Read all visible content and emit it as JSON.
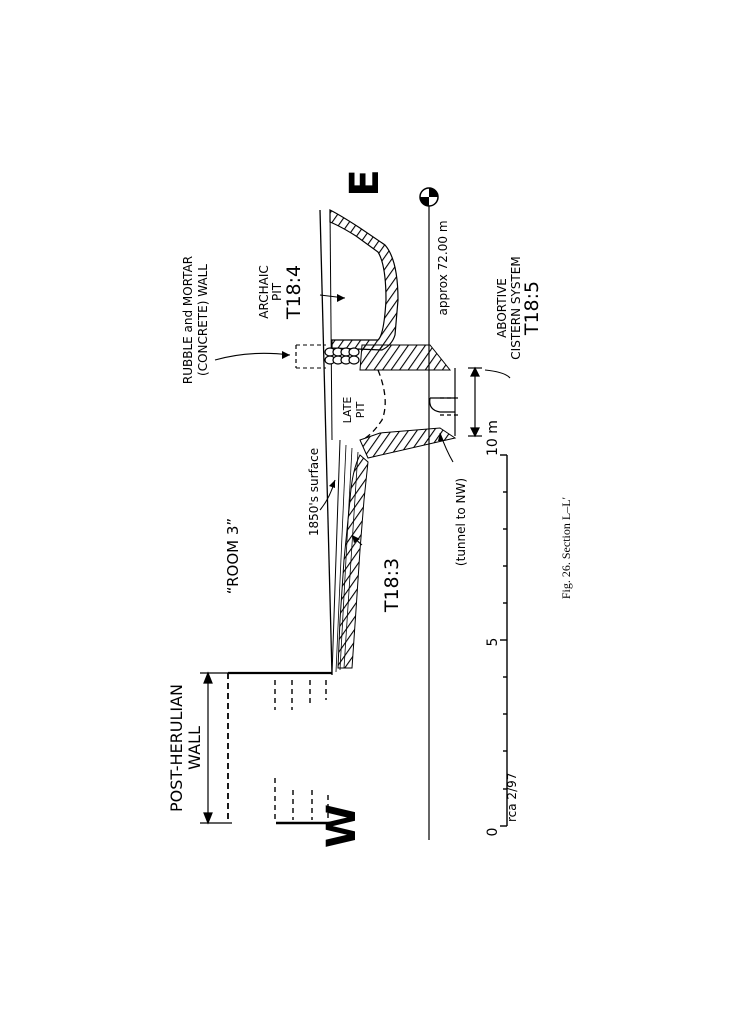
{
  "compass": {
    "west": "W",
    "east": "E"
  },
  "labels": {
    "rubble_wall": "RUBBLE and MORTAR",
    "rubble_wall_2": "(CONCRETE) WALL",
    "archaic_pit": "ARCHAIC",
    "archaic_pit_2": "PIT",
    "archaic_pit_id": "T18:4",
    "datum": "approx 72.00 m",
    "late_pit": "LATE",
    "late_pit_2": "PIT",
    "abortive": "ABORTIVE",
    "abortive_2": "CISTERN SYSTEM",
    "abortive_id": "T18:5",
    "surface": "1850's surface",
    "room": "“ROOM 3”",
    "t18_3": "T18:3",
    "tunnel": "(tunnel to NW)",
    "post_herulian": "POST-HERULIAN",
    "post_herulian_2": "WALL",
    "initials": "rca 2/97"
  },
  "scale": {
    "ticks": [
      "0",
      "5",
      "10 m"
    ]
  },
  "caption": "Fig. 26. Section L–L′"
}
